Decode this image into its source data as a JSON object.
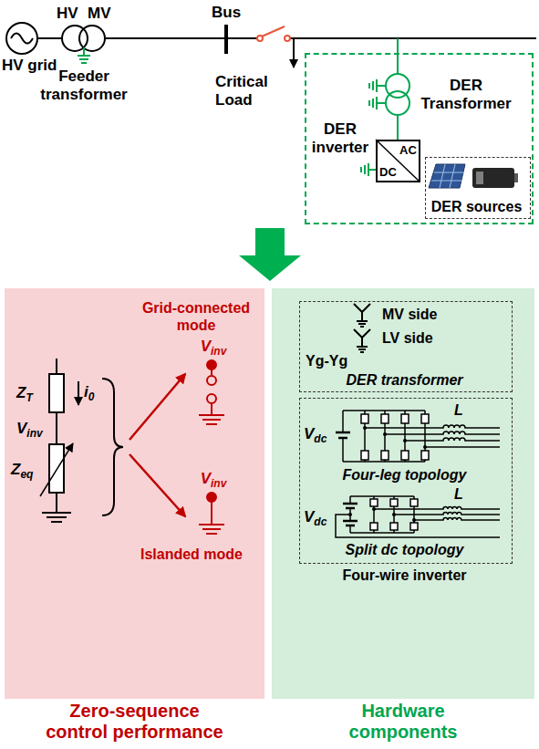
{
  "diagram": {
    "nodes": [
      {
        "text": [
          "DER Transformer",
          "DER inverter"
        ]
      },
      {
        "text": [
          "AC",
          "DC"
        ],
        "in": 0
      },
      {
        "text": [
          "DER sources"
        ],
        "in": 0
      },
      {
        "text": [
          "Zero-sequence control performance"
        ]
      },
      {
        "text": [
          "Hardware components"
        ]
      },
      {
        "text": [
          "MV side",
          "LV side",
          "Yg-Yg",
          "DER transformer"
        ],
        "in": 4
      },
      {
        "text": [
          "Four-leg topology",
          "Split dc topology",
          "Four-wire inverter"
        ],
        "in": 4
      }
    ],
    "labels": [
      "HV grid",
      "HV",
      "MV",
      "Feeder transformer",
      "Bus",
      "Critical Load",
      "Grid-connected mode",
      "ZT",
      "i0",
      "Vinv",
      "Zeq",
      "Vinv",
      "Vinv",
      "Islanded mode",
      "Vdc",
      "L",
      "Vdc",
      "L"
    ]
  }
}
